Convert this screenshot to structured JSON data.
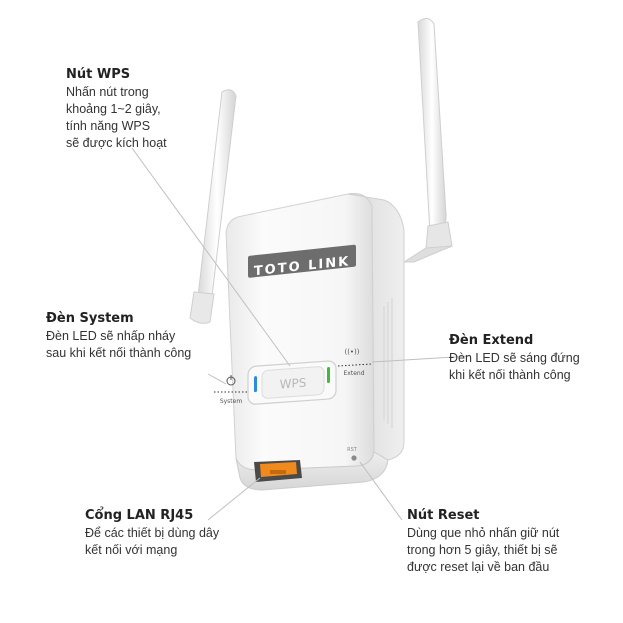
{
  "brand": "TOTO LINK",
  "device": {
    "wps_label": "WPS",
    "system_label": "System",
    "extend_label": "Extend",
    "reset_label": "RST"
  },
  "callouts": {
    "wps": {
      "title": "Nút WPS",
      "desc": [
        "Nhấn nút trong",
        "khoảng 1~2 giây,",
        "tính năng WPS",
        "sẽ được kích hoạt"
      ]
    },
    "system": {
      "title": "Đèn System",
      "desc": [
        "Đèn LED sẽ nhấp nháy",
        "sau khi kết nối thành công"
      ]
    },
    "extend": {
      "title": "Đèn Extend",
      "desc": [
        "Đèn LED sẽ sáng đứng",
        "khi kết nối thành công"
      ]
    },
    "lan": {
      "title": "Cổng LAN RJ45",
      "desc": [
        "Để các thiết bị dùng dây",
        "kết nối với mạng"
      ]
    },
    "reset": {
      "title": "Nút Reset",
      "desc": [
        "Dùng que nhỏ nhấn giữ nút",
        "trong hơn 5 giây, thiết bị sẽ",
        "được reset lại về ban đầu"
      ]
    }
  },
  "colors": {
    "system_led": "#2b8be0",
    "extend_led": "#3dbb3d",
    "lan_port": "#f08a1c"
  }
}
